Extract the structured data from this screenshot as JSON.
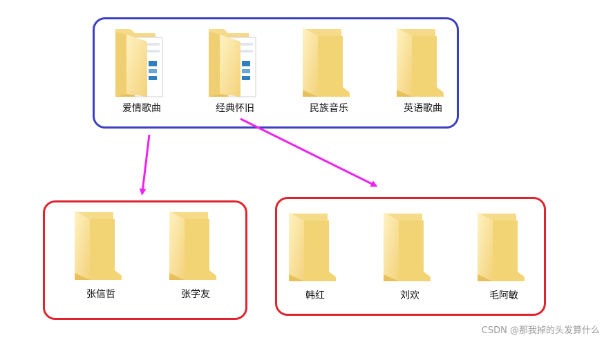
{
  "colors": {
    "group_top_border": "#3b3fc4",
    "group_bottom_border": "#e0242e",
    "arrow": "#ee22ee",
    "folder_light": "#fde9a6",
    "folder_dark": "#e9c25c"
  },
  "top_group": {
    "folders": [
      {
        "label": "爱情歌曲",
        "icon": "folder-with-documents-icon"
      },
      {
        "label": "经典怀旧",
        "icon": "folder-with-documents-icon"
      },
      {
        "label": "民族音乐",
        "icon": "folder-icon"
      },
      {
        "label": "英语歌曲",
        "icon": "folder-icon"
      }
    ]
  },
  "bottom_left_group": {
    "folders": [
      {
        "label": "张信哲",
        "icon": "folder-icon"
      },
      {
        "label": "张学友",
        "icon": "folder-icon"
      }
    ]
  },
  "bottom_right_group": {
    "folders": [
      {
        "label": "韩红",
        "icon": "folder-icon"
      },
      {
        "label": "刘欢",
        "icon": "folder-icon"
      },
      {
        "label": "毛阿敏",
        "icon": "folder-icon"
      }
    ]
  },
  "watermark": "CSDN @那我掉的头发算什么"
}
